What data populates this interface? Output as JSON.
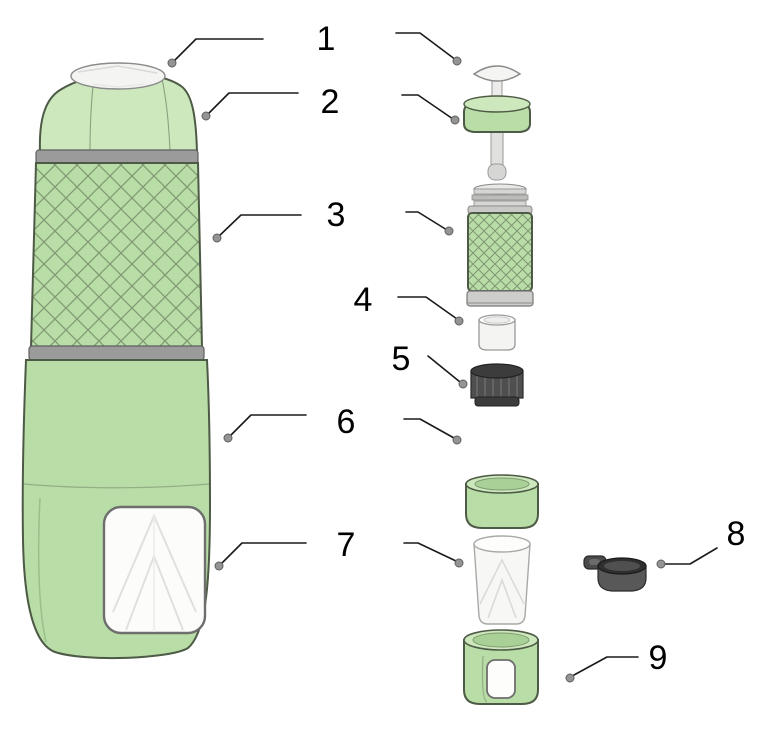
{
  "diagram": {
    "kind": "exploded-parts-diagram",
    "callouts": [
      {
        "number": "1"
      },
      {
        "number": "2"
      },
      {
        "number": "3"
      },
      {
        "number": "4"
      },
      {
        "number": "5"
      },
      {
        "number": "6"
      },
      {
        "number": "7"
      },
      {
        "number": "8"
      },
      {
        "number": "9"
      }
    ],
    "colors": {
      "body_green": "#b9dda7",
      "body_green_light": "#cde8bd",
      "body_green_shade": "#a9d197",
      "outline_green": "#4d5a45",
      "band_gray": "#9b9b9b",
      "dark_part": "#4f4f4f",
      "glass_white": "#f7f7f5",
      "leader_line": "#1a1a1a",
      "leader_dot": "#949494",
      "background": "#ffffff"
    }
  }
}
